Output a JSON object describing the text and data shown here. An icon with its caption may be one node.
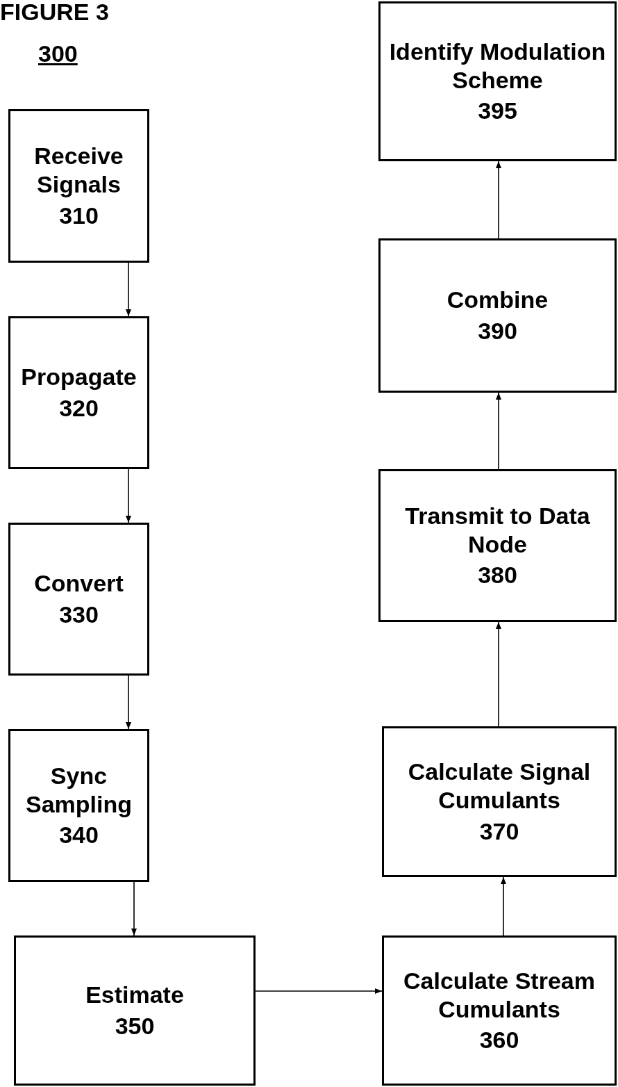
{
  "diagram": {
    "title": "FIGURE 3",
    "nodes": [
      {
        "text": [
          "Receive Signals",
          "310"
        ]
      },
      {
        "text": [
          "Propagate",
          "320"
        ]
      },
      {
        "text": [
          "Convert",
          "330"
        ]
      },
      {
        "text": [
          "Sync Sampling",
          "340"
        ]
      },
      {
        "text": [
          "Estimate",
          "350"
        ]
      },
      {
        "text": [
          "Calculate Stream Cumulants",
          "360"
        ]
      },
      {
        "text": [
          "Calculate Signal Cumulants",
          "370"
        ]
      },
      {
        "text": [
          "Transmit to Data Node",
          "380"
        ]
      },
      {
        "text": [
          "Combine",
          "390"
        ]
      },
      {
        "text": [
          "Identify Modulation Scheme",
          "395"
        ]
      }
    ],
    "edges": [
      {
        "from": 0,
        "to": 1,
        "arrow": "to"
      },
      {
        "from": 1,
        "to": 2,
        "arrow": "to"
      },
      {
        "from": 2,
        "to": 3,
        "arrow": "to"
      },
      {
        "from": 3,
        "to": 4,
        "arrow": "to"
      },
      {
        "from": 4,
        "to": 5,
        "arrow": "to"
      },
      {
        "from": 5,
        "to": 6,
        "arrow": "to"
      },
      {
        "from": 6,
        "to": 7,
        "arrow": "to"
      },
      {
        "from": 7,
        "to": 8,
        "arrow": "to"
      },
      {
        "from": 8,
        "to": 9,
        "arrow": "to"
      }
    ],
    "labels": [
      "300"
    ]
  }
}
